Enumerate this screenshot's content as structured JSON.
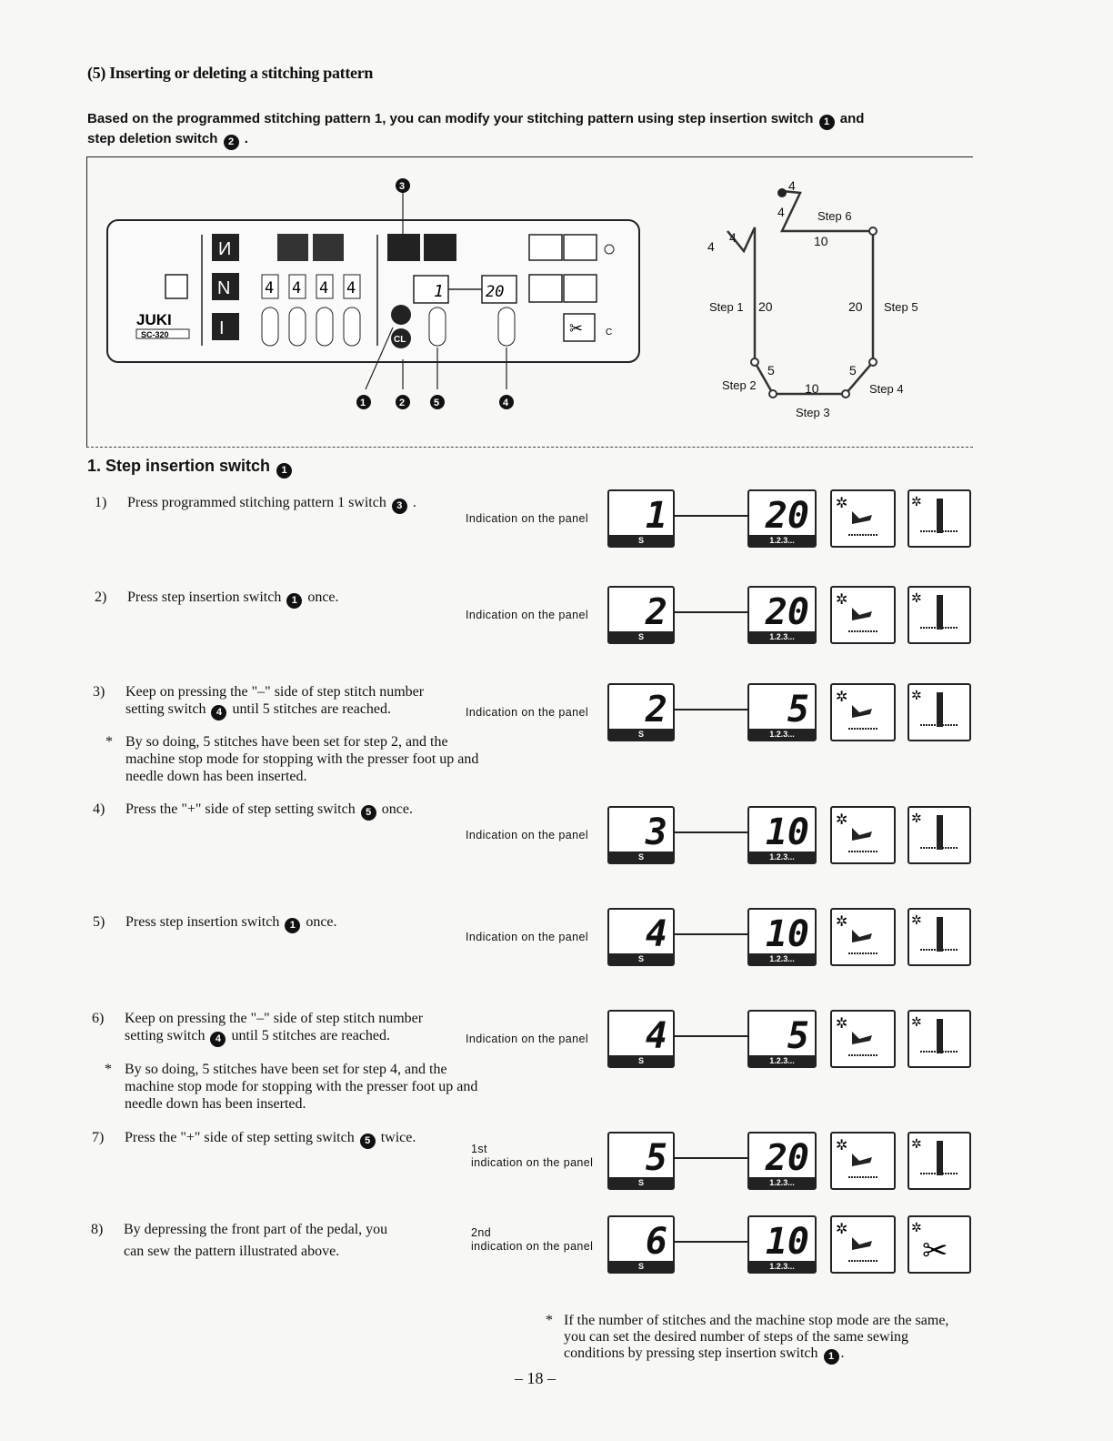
{
  "heading": "(5)  Inserting or deleting a stitching pattern",
  "intro": {
    "text1": "Based on the programmed stitching pattern 1, you can modify your stitching pattern using step insertion switch",
    "and": "and",
    "text2": "step deletion switch",
    "end": "."
  },
  "markers": {
    "m1": "1",
    "m2": "2",
    "m3": "3",
    "m4": "4",
    "m5": "5"
  },
  "panel": {
    "brand": "JUKI",
    "model": "SC-320",
    "digits": [
      "4",
      "4",
      "4",
      "4"
    ],
    "step_display": "1",
    "stitch_display": "20",
    "cl_label": "CL",
    "c_label": "C"
  },
  "pattern": {
    "top": "4",
    "top_inner": "4",
    "left_top": "4",
    "left_inner": "4",
    "step1": "Step 1",
    "step1_val": "20",
    "step2": "Step 2",
    "step2_val": "5",
    "step3": "Step 3",
    "step3_val": "10",
    "step4": "Step 4",
    "step4_val": "5",
    "step5": "Step 5",
    "step5_val": "20",
    "step6": "Step 6",
    "step6_val": "10"
  },
  "section_title": "1.  Step insertion switch",
  "indication": "Indication on the panel",
  "s_label": "S",
  "count_label": "1.2.3...",
  "steps": [
    {
      "n": "1)",
      "text": "Press programmed stitching pattern 1 switch",
      "end": ".",
      "marker": "3",
      "step": "1",
      "stitch": "20"
    },
    {
      "n": "2)",
      "text": "Press step insertion switch",
      "end": "once.",
      "marker": "1",
      "step": "2",
      "stitch": "20"
    },
    {
      "n": "3)",
      "text1": "Keep on pressing the \"–\" side of step stitch number",
      "text2a": "setting switch",
      "text2b": "until 5 stitches are reached.",
      "marker": "4",
      "note": "By so doing, 5 stitches have been set for step 2, and the machine stop mode for stopping with the presser foot up and needle down has been inserted.",
      "step": "2",
      "stitch": "5"
    },
    {
      "n": "4)",
      "text": "Press the \"+\" side of step setting switch",
      "end": "once.",
      "marker": "5",
      "step": "3",
      "stitch": "10"
    },
    {
      "n": "5)",
      "text": "Press step insertion switch",
      "end": "once.",
      "marker": "1",
      "step": "4",
      "stitch": "10"
    },
    {
      "n": "6)",
      "text1": "Keep on pressing the \"–\" side of step stitch number",
      "text2a": "setting switch",
      "text2b": "until 5 stitches are reached.",
      "marker": "4",
      "note": "By so doing, 5 stitches have been set for step 4, and the machine stop mode for stopping with the presser foot up and needle down has been inserted.",
      "step": "4",
      "stitch": "5"
    },
    {
      "n": "7)",
      "text": "Press the \"+\" side of step setting switch",
      "end": "twice.",
      "marker": "5",
      "ind_prefix": "1st",
      "ind": "indication on the panel",
      "step": "5",
      "stitch": "20"
    },
    {
      "n": "8)",
      "text1": "By depressing the front part of the pedal, you",
      "text2": "can sew the pattern illustrated above.",
      "ind_prefix": "2nd",
      "ind": "indication on the panel",
      "step": "6",
      "stitch": "10"
    }
  ],
  "note_bullet": "*",
  "footnote": "If the number of stitches and the machine stop mode are the same, you can set the desired number of steps of the same sewing conditions by pressing step insertion switch",
  "footnote_end": ".",
  "page_number": "– 18 –"
}
